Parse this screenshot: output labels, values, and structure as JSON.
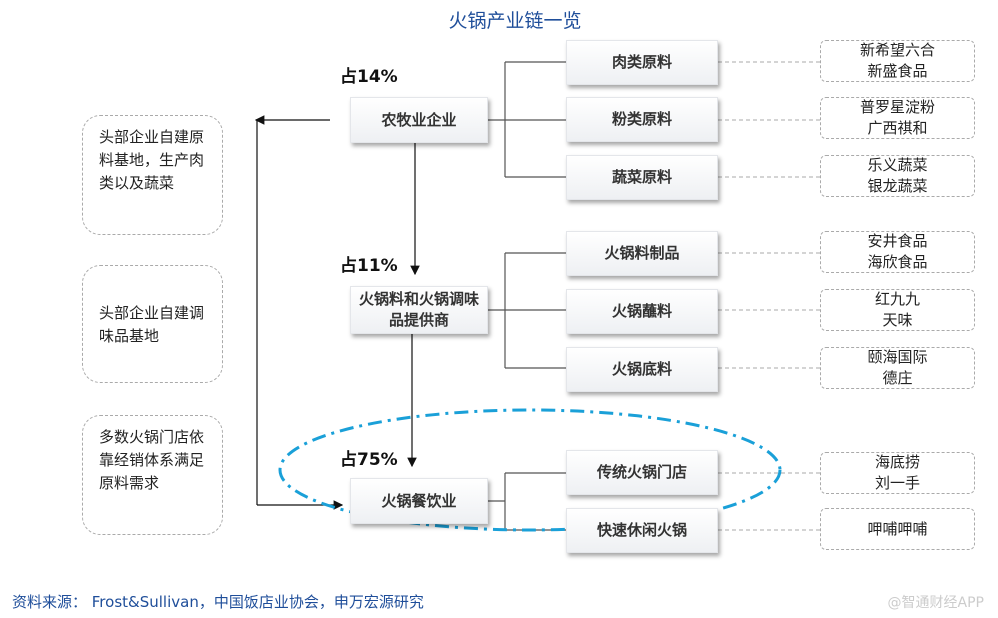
{
  "title": "火锅产业链一览",
  "left_notes": [
    "头部企业自建原料基地，生产肉类以及蔬菜",
    "头部企业自建调味品基地",
    "多数火锅门店依靠经销体系满足原料需求"
  ],
  "tiers": [
    {
      "share": "占14%",
      "name": "农牧业企业",
      "items": [
        {
          "label": "肉类原料",
          "companies": "新希望六合\n新盛食品"
        },
        {
          "label": "粉类原料",
          "companies": "普罗星淀粉\n广西祺和"
        },
        {
          "label": "蔬菜原料",
          "companies": "乐义蔬菜\n银龙蔬菜"
        }
      ]
    },
    {
      "share": "占11%",
      "name": "火锅料和火锅调味品提供商",
      "items": [
        {
          "label": "火锅料制品",
          "companies": "安井食品\n海欣食品"
        },
        {
          "label": "火锅蘸料",
          "companies": "红九九\n天味"
        },
        {
          "label": "火锅底料",
          "companies": "颐海国际\n德庄"
        }
      ]
    },
    {
      "share": "占75%",
      "name": "火锅餐饮业",
      "items": [
        {
          "label": "传统火锅门店",
          "companies": "海底捞\n刘一手"
        },
        {
          "label": "快速休闲火锅",
          "companies": "呷哺呷哺"
        }
      ]
    }
  ],
  "source": "资料来源： Frost&Sullivan，中国饭店业协会，申万宏源研究",
  "watermark": "@智通财经APP",
  "colors": {
    "title": "#1f4e9a",
    "highlight_ellipse": "#1aa0d8"
  }
}
